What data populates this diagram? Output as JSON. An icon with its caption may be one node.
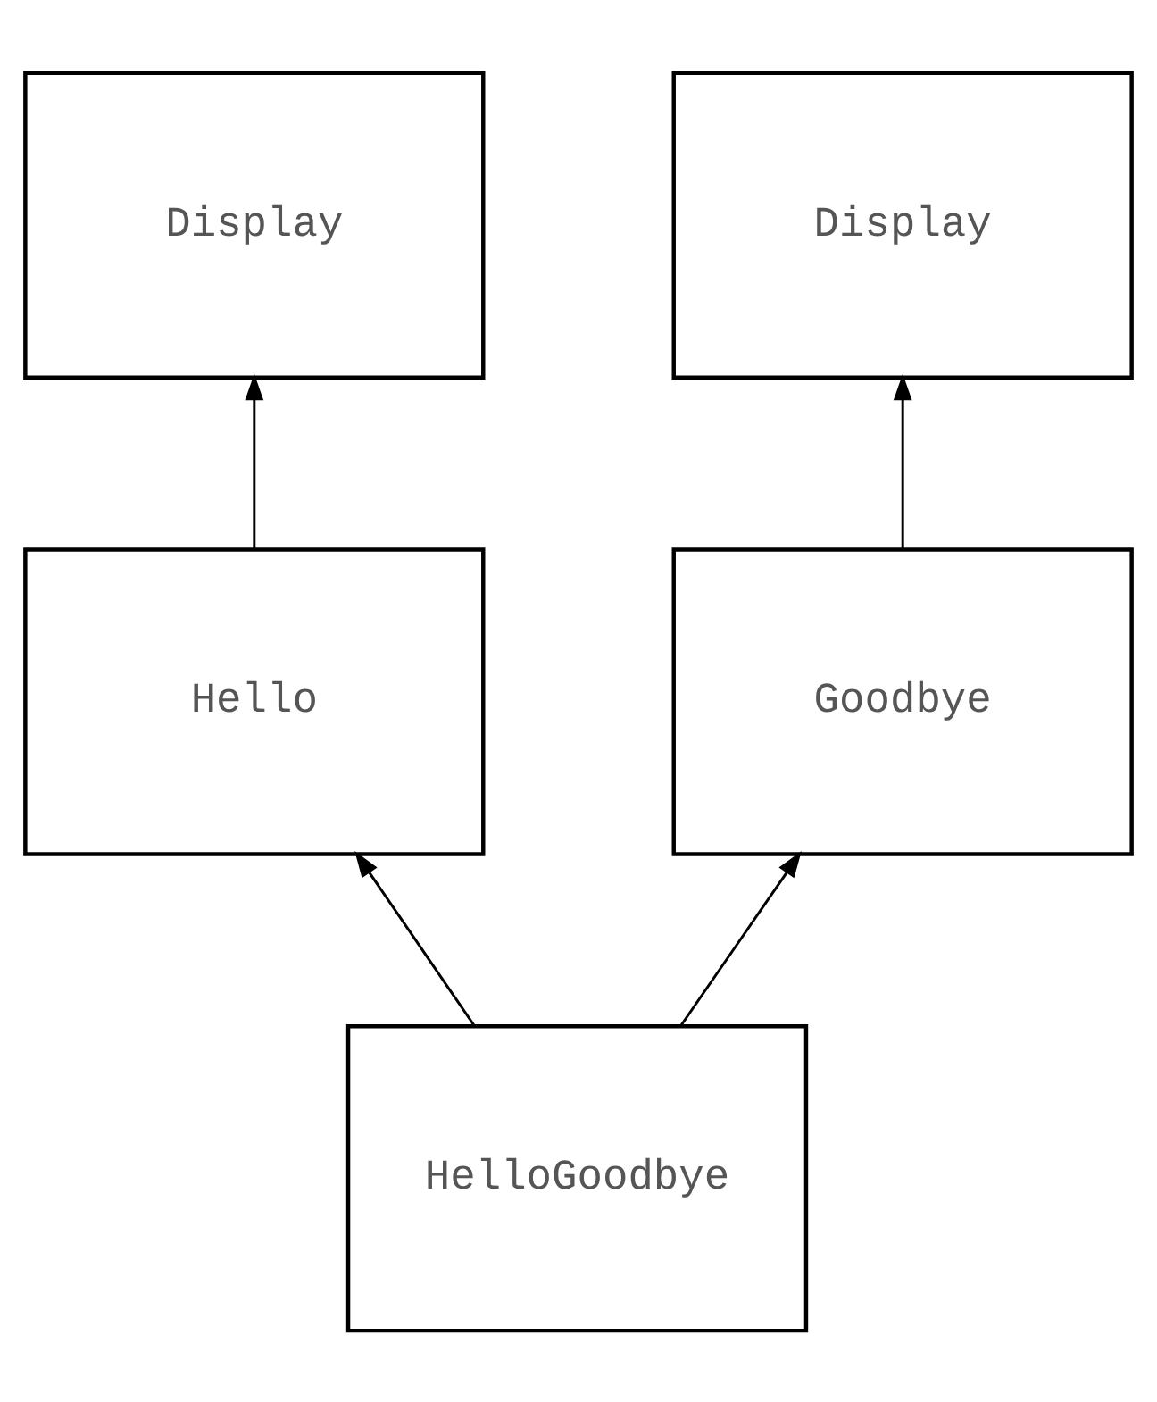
{
  "diagram": {
    "nodes": [
      {
        "text": [
          "Display"
        ]
      },
      {
        "text": [
          "Display"
        ]
      },
      {
        "text": [
          "Hello"
        ]
      },
      {
        "text": [
          "Goodbye"
        ]
      },
      {
        "text": [
          "HelloGoodbye"
        ]
      }
    ],
    "edges": [
      {
        "from": 2,
        "to": 0,
        "arrow": "to"
      },
      {
        "from": 3,
        "to": 1,
        "arrow": "to"
      },
      {
        "from": 4,
        "to": 2,
        "arrow": "to"
      },
      {
        "from": 4,
        "to": 3,
        "arrow": "to"
      }
    ]
  }
}
